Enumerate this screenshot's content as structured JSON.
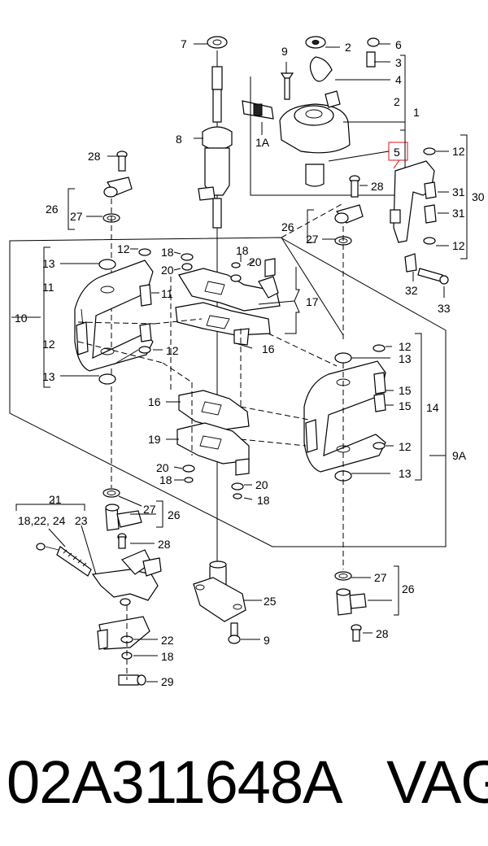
{
  "diagram": {
    "callouts": {
      "c7": "7",
      "c9a": "9",
      "c2": "2",
      "c6": "6",
      "c3": "3",
      "c4": "4",
      "c2b": "2",
      "c1": "1",
      "c8": "8",
      "c1A": "1A",
      "c5": "5",
      "c28a": "28",
      "c26a": "26",
      "c27a": "27",
      "c12a": "12",
      "c30": "30",
      "c31a": "31",
      "c31b": "31",
      "c12b": "12",
      "c28b": "28",
      "c26b": "26",
      "c27b": "27",
      "c32": "32",
      "c33": "33",
      "c13a": "13",
      "c12c": "12",
      "c18a": "18",
      "c18b": "18",
      "c20a": "20",
      "c20b": "20",
      "c11a": "11",
      "c11b": "11",
      "c17": "17",
      "c10": "10",
      "c12d": "12",
      "c16a": "16",
      "c12e": "12",
      "c13b": "13",
      "c13c": "13",
      "c15a": "15",
      "c15b": "15",
      "c14": "14",
      "c12f": "12",
      "c16b": "16",
      "c19": "19",
      "c20c": "20",
      "c18c": "18",
      "c9A": "9A",
      "c13d": "13",
      "c20d": "20",
      "c18d": "18",
      "c21": "21",
      "c182224": "18,22, 24",
      "c23": "23",
      "c27c": "27",
      "c26c": "26",
      "c28c": "28",
      "c25": "25",
      "c27d": "27",
      "c26d": "26",
      "c28d": "28",
      "c22": "22",
      "c18e": "18",
      "c9b": "9",
      "c29": "29"
    }
  },
  "caption": {
    "part_number": "02A311648A",
    "brand": "VAG"
  },
  "colors": {
    "highlight": "#e0393e",
    "ink": "#000000"
  }
}
